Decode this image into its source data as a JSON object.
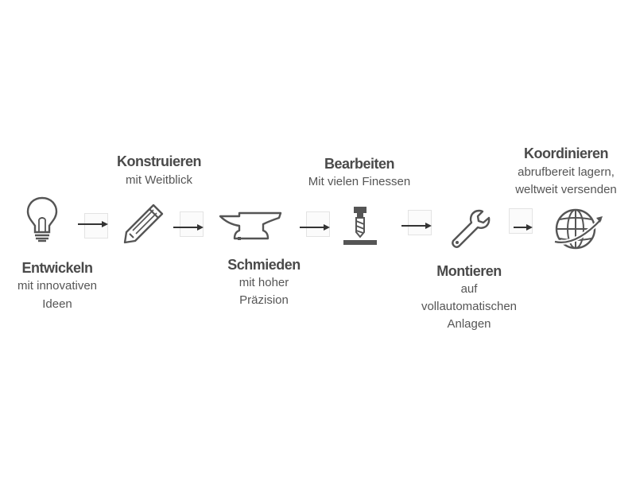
{
  "steps": [
    {
      "title": "Entwickeln",
      "sub": [
        "mit innovativen",
        "Ideen"
      ],
      "icon": "lightbulb-icon"
    },
    {
      "title": "Konstruieren",
      "sub": [
        "mit Weitblick"
      ],
      "icon": "pencil-icon"
    },
    {
      "title": "Schmieden",
      "sub": [
        "mit hoher",
        "Präzision"
      ],
      "icon": "anvil-icon"
    },
    {
      "title": "Bearbeiten",
      "sub": [
        "Mit vielen Finessen"
      ],
      "icon": "drill-icon"
    },
    {
      "title": "Montieren",
      "sub": [
        "auf",
        "vollautomatischen",
        "Anlagen"
      ],
      "icon": "wrench-icon"
    },
    {
      "title": "Koordinieren",
      "sub": [
        "abrufbereit lagern,",
        "weltweit versenden"
      ],
      "icon": "globe-icon"
    }
  ],
  "colors": {
    "icon": "#555555",
    "title": "#4a4a4a",
    "text": "#555555"
  }
}
